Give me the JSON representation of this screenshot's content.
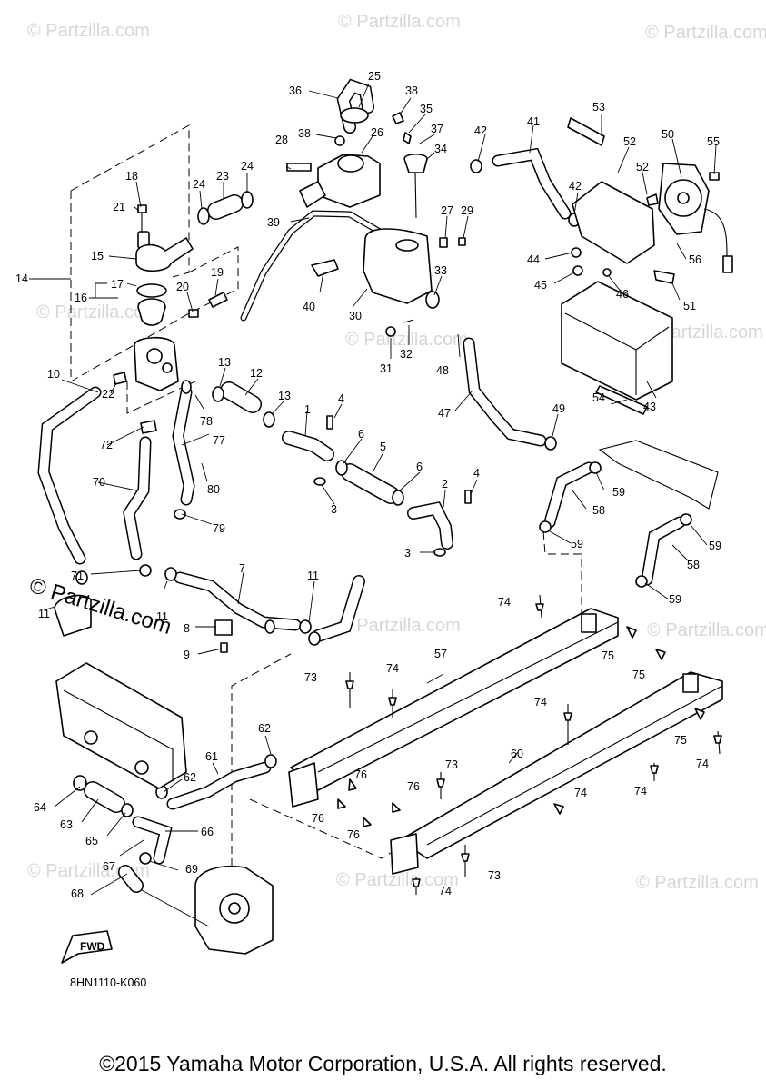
{
  "diagram": {
    "code": "8HN1110-K060",
    "fwd_label": "FWD",
    "copyright": "©2015 Yamaha Motor Corporation, U.S.A. All rights reserved.",
    "watermark": "© Partzilla.com",
    "watermark_main": "© Partzilla.com",
    "labels": [
      "1",
      "2",
      "3",
      "3",
      "4",
      "4",
      "5",
      "6",
      "6",
      "7",
      "8",
      "9",
      "10",
      "11",
      "11",
      "11",
      "12",
      "13",
      "13",
      "14",
      "15",
      "16",
      "17",
      "18",
      "19",
      "20",
      "21",
      "22",
      "23",
      "24",
      "24",
      "25",
      "26",
      "27",
      "28",
      "29",
      "30",
      "31",
      "32",
      "33",
      "34",
      "35",
      "36",
      "37",
      "38",
      "38",
      "39",
      "40",
      "41",
      "42",
      "42",
      "43",
      "44",
      "45",
      "46",
      "47",
      "48",
      "49",
      "50",
      "51",
      "52",
      "52",
      "53",
      "54",
      "55",
      "56",
      "57",
      "58",
      "58",
      "59",
      "59",
      "59",
      "59",
      "60",
      "61",
      "62",
      "62",
      "63",
      "64",
      "65",
      "66",
      "67",
      "68",
      "69",
      "70",
      "71",
      "72",
      "73",
      "73",
      "73",
      "74",
      "74",
      "74",
      "74",
      "74",
      "74",
      "74",
      "75",
      "75",
      "75",
      "76",
      "76",
      "76",
      "76",
      "77",
      "78",
      "79",
      "80"
    ]
  }
}
